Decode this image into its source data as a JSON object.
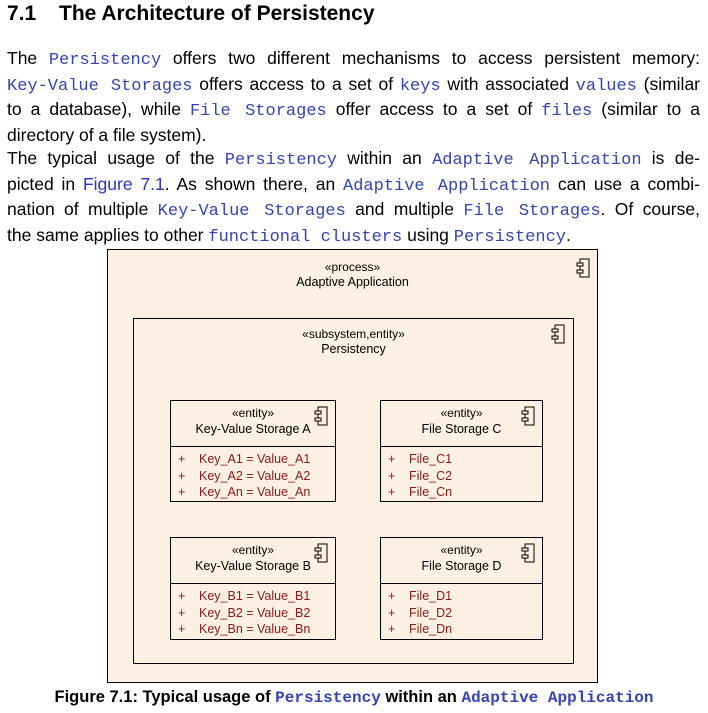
{
  "section": {
    "number": "7.1",
    "title": "The Architecture of Persistency"
  },
  "para1": {
    "l1": {
      "a": "The ",
      "b": "Persistency",
      "c": " offers two different mechanisms to access persistent memory:"
    },
    "l2": {
      "a": "Key-Value Storages",
      "b": " offers access to a set of ",
      "c": "keys",
      "d": " with associated ",
      "e": "values",
      "f": " (similar"
    },
    "l3": {
      "a": "to a database), while ",
      "b": "File Storages",
      "c": " offer access to a set of ",
      "d": "files",
      "e": " (similar to a"
    },
    "l4": {
      "a": "directory of a file system)."
    }
  },
  "para2": {
    "l1": {
      "a": "The typical usage of the ",
      "b": "Persistency",
      "c": " within an ",
      "d": "Adaptive Application",
      "e": " is de-"
    },
    "l2": {
      "a": "picted in ",
      "b": "Figure 7.1",
      "c": ". As shown there, an ",
      "d": "Adaptive Application",
      "e": " can use a combi-"
    },
    "l3": {
      "a": "nation of multiple ",
      "b": "Key-Value Storages",
      "c": " and multiple ",
      "d": "File Storages",
      "e": ". Of course,"
    },
    "l4": {
      "a": "the same applies to other ",
      "b": "functional clusters",
      "c": " using ",
      "d": "Persistency",
      "e": "."
    }
  },
  "diagram": {
    "process": {
      "stereotype": "«process»",
      "name": "Adaptive Application"
    },
    "subsystem": {
      "stereotype": "«subsystem,entity»",
      "name": "Persistency"
    },
    "kv_a": {
      "stereotype": "«entity»",
      "name": "Key-Value Storage A",
      "items": [
        "Key_A1 = Value_A1",
        "Key_A2 = Value_A2",
        "Key_An = Value_An"
      ]
    },
    "fs_c": {
      "stereotype": "«entity»",
      "name": "File Storage C",
      "items": [
        "File_C1",
        "File_C2",
        "File_Cn"
      ]
    },
    "kv_b": {
      "stereotype": "«entity»",
      "name": "Key-Value Storage B",
      "items": [
        "Key_B1 = Value_B1",
        "Key_B2 = Value_B2",
        "Key_Bn = Value_Bn"
      ]
    },
    "fs_d": {
      "stereotype": "«entity»",
      "name": "File Storage D",
      "items": [
        "File_D1",
        "File_D2",
        "File_Dn"
      ]
    },
    "item_marker": "+"
  },
  "caption": {
    "prefix": "Figure 7.1: Typical usage of ",
    "code1": "Persistency",
    "middle": " within an ",
    "code2": "Adaptive Application"
  },
  "colors": {
    "code": "#3344bb",
    "link": "#2a33cc",
    "diagram_fill": "#fbf0e2",
    "attribute_text": "#8b1a1a"
  }
}
